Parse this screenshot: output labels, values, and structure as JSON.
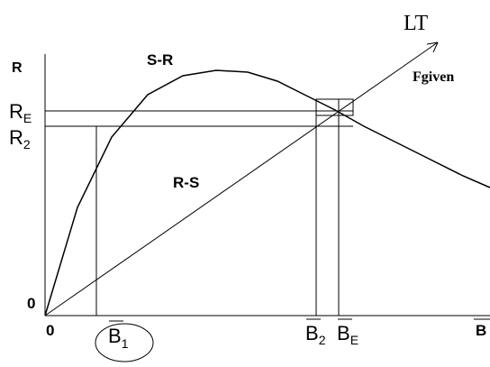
{
  "axes": {
    "y_axis_label": "R",
    "origin_y_label": "0",
    "origin_x_label": "0",
    "x_axis_label": "B"
  },
  "curves": {
    "sr_label": "S-R",
    "rs_label": "R-S",
    "lt_label": "LT",
    "fgiven_label": "Fgiven"
  },
  "ticks": {
    "re_label": "R",
    "re_sub": "E",
    "r2_label": "R",
    "r2_sub": "2",
    "b1_label": "B",
    "b1_sub": "1",
    "b2_label": "B",
    "b2_sub": "2",
    "be_label": "B",
    "be_sub": "E"
  },
  "colors": {
    "ink": "#000000",
    "background": "#ffffff"
  }
}
